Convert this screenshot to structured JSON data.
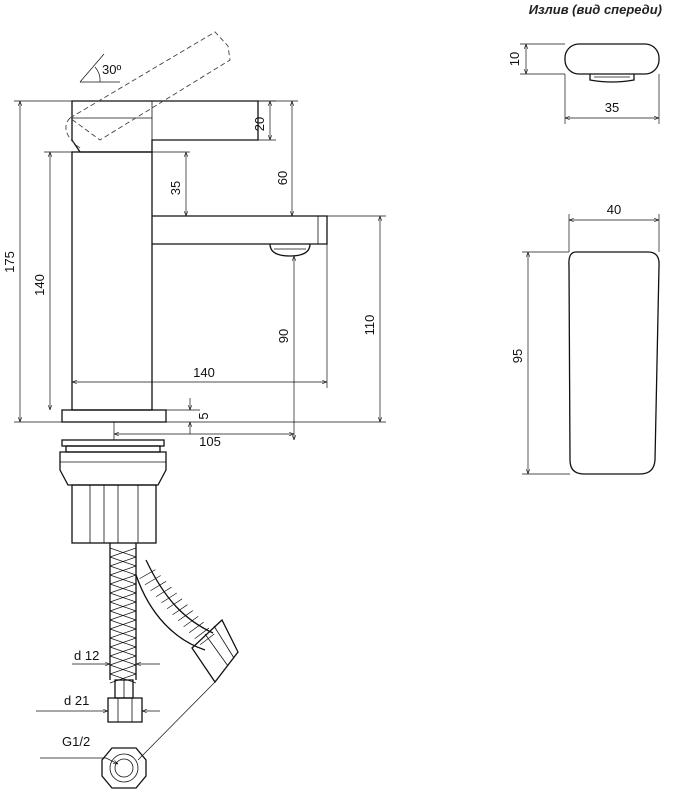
{
  "title": "Излив (вид спереди)",
  "dims": {
    "angle": "30º",
    "d20": "20",
    "d60": "60",
    "d35_side": "35",
    "d175": "175",
    "d140_v": "140",
    "d90": "90",
    "d110": "110",
    "d140_h": "140",
    "d5": "5",
    "d105": "105",
    "d10": "10",
    "d35_top": "35",
    "d40": "40",
    "d95": "95",
    "d12": "d 12",
    "d21": "d 21",
    "g12": "G1/2"
  },
  "colors": {
    "line": "#111111",
    "background": "#ffffff"
  }
}
